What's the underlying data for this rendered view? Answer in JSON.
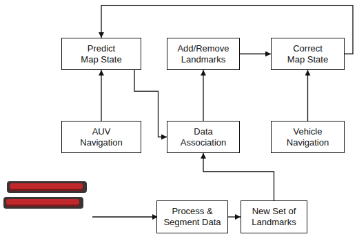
{
  "diagram": {
    "nodes": [
      {
        "text": [
          "Predict Map State"
        ]
      },
      {
        "text": [
          "Add/Remove Landmarks"
        ]
      },
      {
        "text": [
          "Correct Map State"
        ]
      },
      {
        "text": [
          "AUV Navigation"
        ]
      },
      {
        "text": [
          "Data Association"
        ]
      },
      {
        "text": [
          "Vehicle Navigation"
        ]
      },
      {
        "text": [
          "Process & Segment Data"
        ]
      },
      {
        "text": [
          "New Set of Landmarks"
        ]
      }
    ],
    "edges": [
      {
        "from": 3,
        "to": 0,
        "arrow": "to"
      },
      {
        "from": 0,
        "to": 4,
        "arrow": "to"
      },
      {
        "from": 4,
        "to": 1,
        "arrow": "to"
      },
      {
        "from": 1,
        "to": 2,
        "arrow": "to"
      },
      {
        "from": 5,
        "to": 2,
        "arrow": "to"
      },
      {
        "from": 2,
        "to": 0,
        "arrow": "to"
      },
      {
        "from": 6,
        "to": 7,
        "arrow": "to"
      },
      {
        "from": 7,
        "to": 4,
        "arrow": "to"
      }
    ]
  }
}
